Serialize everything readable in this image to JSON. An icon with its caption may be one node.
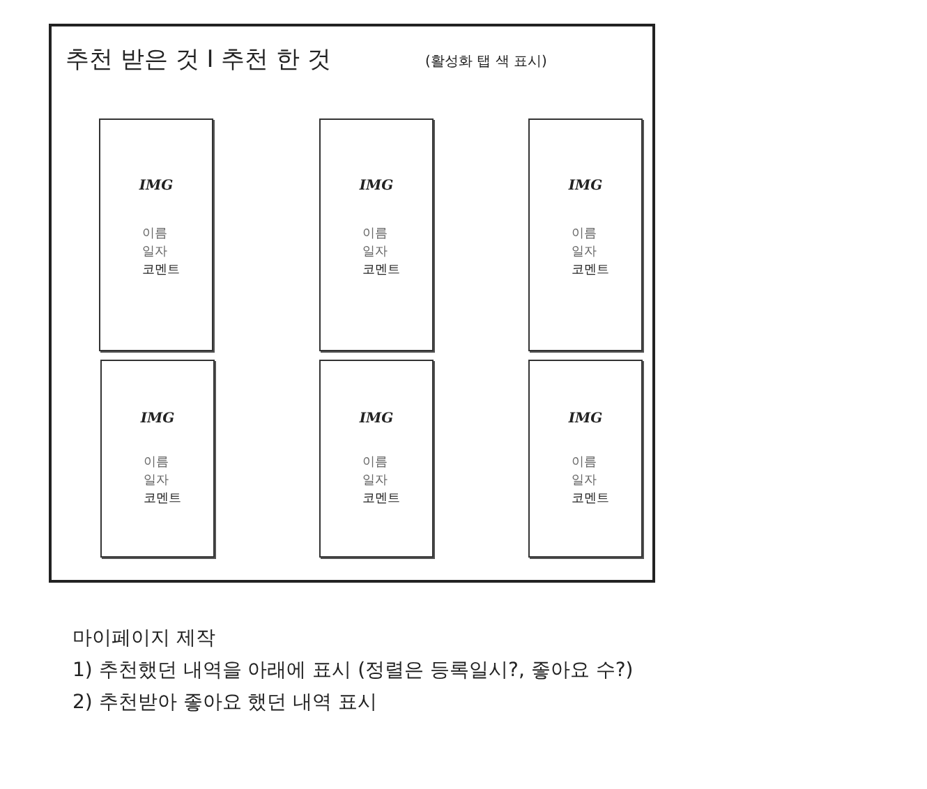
{
  "diagram": {
    "nodes": [
      {
        "text": [
          "추천 받은 것 I 추천 한 것",
          "(활성화 탭 색 표시)"
        ]
      },
      {
        "text": [
          "IMG",
          "이름",
          "일자",
          "코멘트"
        ],
        "in": 0
      },
      {
        "text": [
          "IMG",
          "이름",
          "일자",
          "코멘트"
        ],
        "in": 0
      },
      {
        "text": [
          "IMG",
          "이름",
          "일자",
          "코멘트"
        ],
        "in": 0
      },
      {
        "text": [
          "IMG",
          "이름",
          "일자",
          "코멘트"
        ],
        "in": 0
      },
      {
        "text": [
          "IMG",
          "이름",
          "일자",
          "코멘트"
        ],
        "in": 0
      },
      {
        "text": [
          "IMG",
          "이름",
          "일자",
          "코멘트"
        ],
        "in": 0
      }
    ],
    "labels": [
      "마이페이지 제작",
      "1) 추천했던 내역을 아래에 표시 (정렬은 등록일시?, 좋아요 수?)",
      "2) 추천받아 좋아요 했던 내역 표시"
    ]
  }
}
